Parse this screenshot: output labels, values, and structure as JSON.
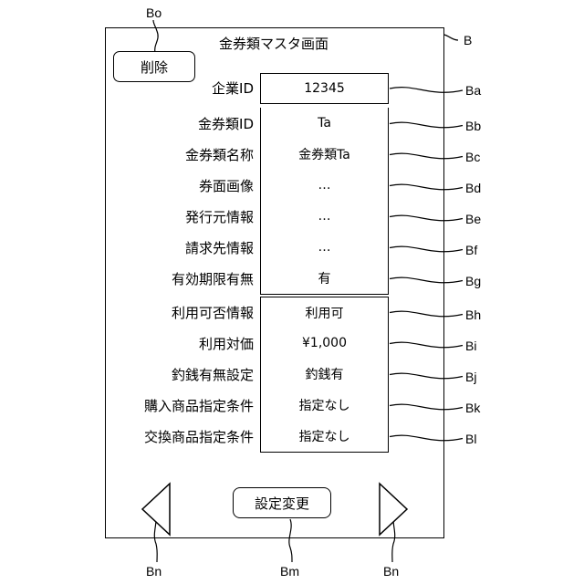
{
  "screen": {
    "title": "金券類マスタ画面",
    "delete_label": "削除",
    "settings_change_label": "設定変更",
    "prev_arrow_icon": "triangle-left-icon",
    "next_arrow_icon": "triangle-right-icon"
  },
  "fields": [
    {
      "label": "企業ID",
      "value": "12345",
      "ref": "Ba"
    },
    {
      "label": "金券類ID",
      "value": "Ta",
      "ref": "Bb"
    },
    {
      "label": "金券類名称",
      "value": "金券類Ta",
      "ref": "Bc"
    },
    {
      "label": "券面画像",
      "value": "…",
      "ref": "Bd"
    },
    {
      "label": "発行元情報",
      "value": "…",
      "ref": "Be"
    },
    {
      "label": "請求先情報",
      "value": "…",
      "ref": "Bf"
    },
    {
      "label": "有効期限有無",
      "value": "有",
      "ref": "Bg"
    },
    {
      "label": "利用可否情報",
      "value": "利用可",
      "ref": "Bh"
    },
    {
      "label": "利用対価",
      "value": "¥1,000",
      "ref": "Bi"
    },
    {
      "label": "釣銭有無設定",
      "value": "釣銭有",
      "ref": "Bj"
    },
    {
      "label": "購入商品指定条件",
      "value": "指定なし",
      "ref": "Bk"
    },
    {
      "label": "交換商品指定条件",
      "value": "指定なし",
      "ref": "Bl"
    }
  ],
  "reference_labels": {
    "frame": "B",
    "delete": "Bo",
    "settings_change": "Bm",
    "prev_arrow": "Bn",
    "next_arrow": "Bn"
  }
}
